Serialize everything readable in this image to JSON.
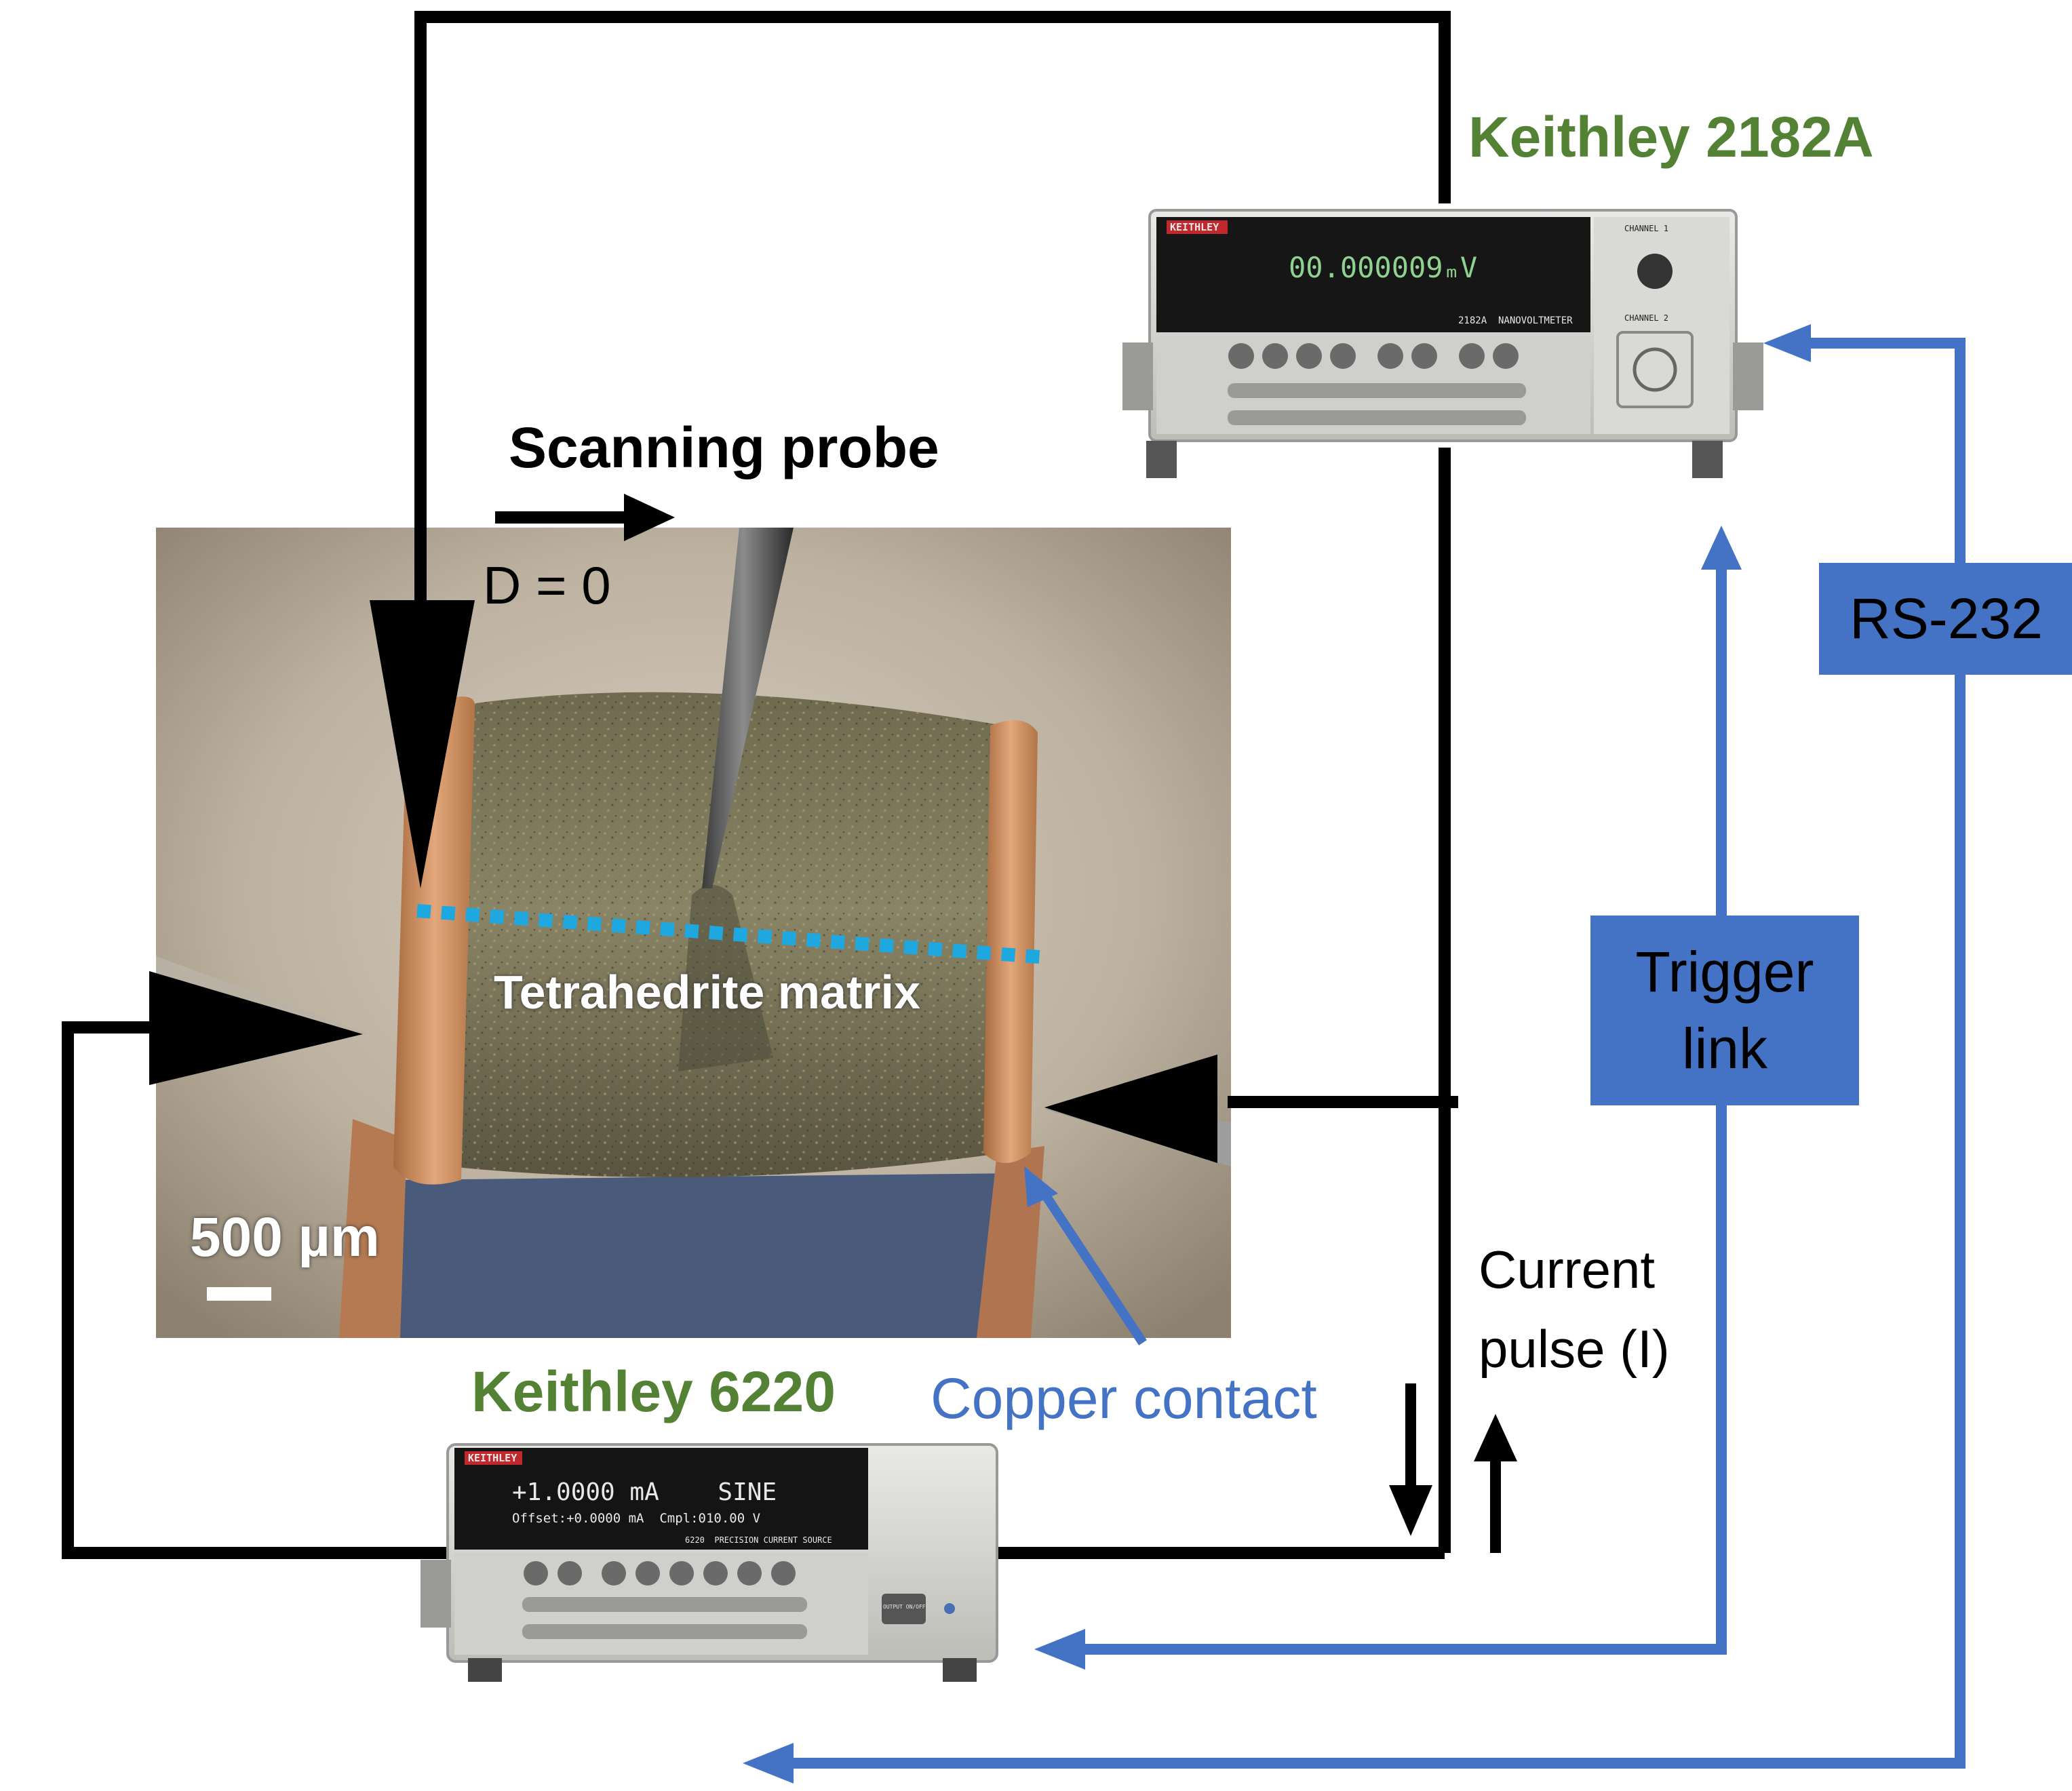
{
  "labels": {
    "keithley_2182a": "Keithley 2182A",
    "keithley_6220": "Keithley 6220",
    "scanning_probe": "Scanning probe",
    "d_zero": "D = 0",
    "tetrahedrite_matrix": "Tetrahedrite matrix",
    "scale_bar": "500 µm",
    "copper_contact": "Copper contact",
    "current_pulse_line1": "Current",
    "current_pulse_line2": "pulse (I)",
    "trigger_link_line1": "Trigger",
    "trigger_link_line2": "link",
    "rs232": "RS-232"
  },
  "instruments": {
    "nanovoltmeter": {
      "brand": "KEITHLEY",
      "display": "00.000009ₘV",
      "model_text": "2182A  NANOVOLTMETER",
      "channel1": "CHANNEL 1",
      "channel2": "CHANNEL 2"
    },
    "current_source": {
      "brand": "KEITHLEY",
      "display_line1": "+1.0000 mA    SINE",
      "display_line2": "Offset:+0.0000 mA  Cmpl:010.00 V",
      "model_text": "6220  PRECISION CURRENT SOURCE",
      "output_button": "OUTPUT ON/OFF"
    }
  },
  "colors": {
    "wire_black": "#000000",
    "wire_blue": "#4472c4",
    "label_green": "#548235",
    "box_blue": "#4472c4",
    "scan_line": "#1fa8e0",
    "copper": "#c98a5a"
  }
}
